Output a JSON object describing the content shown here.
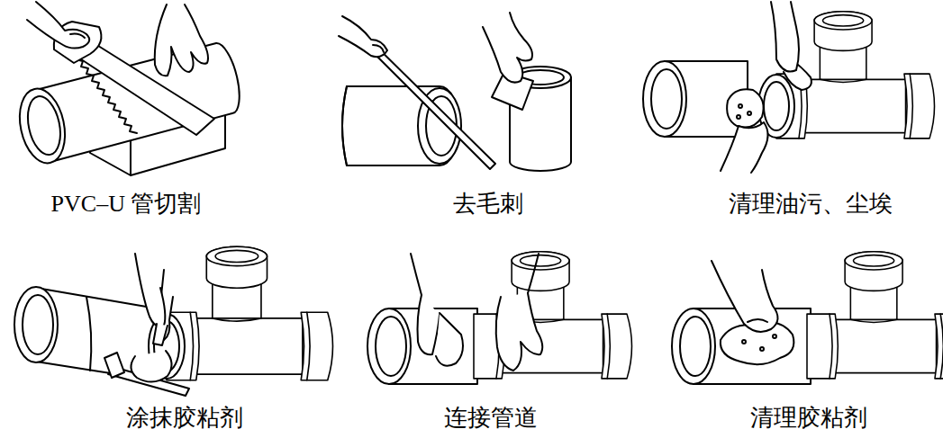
{
  "diagram": {
    "labels": [
      "PVC–U 管切割",
      "去毛刺",
      "清理油污、尘埃",
      "涂抹胶粘剂",
      "连接管道",
      "清理胶粘剂"
    ]
  }
}
